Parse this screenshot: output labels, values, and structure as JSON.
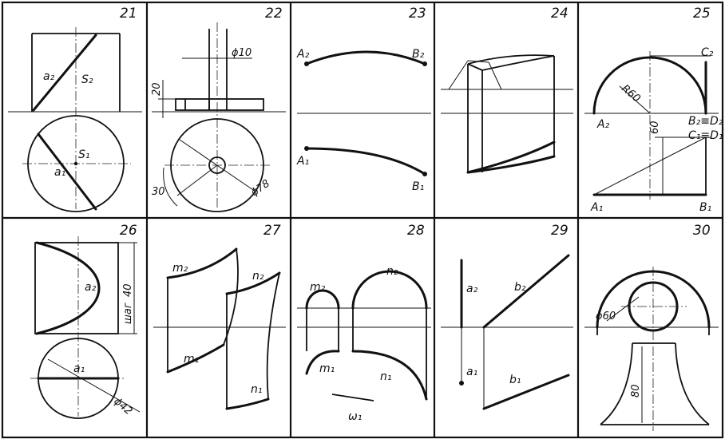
{
  "panels": [
    {
      "number": "21",
      "labels": {
        "s2": "S₂",
        "a2": "a₂",
        "s1": "S₁",
        "a1": "a₁"
      }
    },
    {
      "number": "22",
      "labels": {
        "d10": "ϕ10",
        "h20": "20",
        "ang30": "30",
        "d78": "ϕ78"
      }
    },
    {
      "number": "23",
      "labels": {
        "A2": "A₂",
        "B2": "B₂",
        "A1": "A₁",
        "B1": "B₁"
      }
    },
    {
      "number": "24",
      "labels": {}
    },
    {
      "number": "25",
      "labels": {
        "C2": "C₂",
        "R60": "R60",
        "B2D2": "B₂≡D₂",
        "A2": "A₂",
        "v60": "60",
        "C1D1": "C₁≡D₁",
        "A1": "A₁",
        "B1": "B₁"
      }
    },
    {
      "number": "26",
      "labels": {
        "a2": "a₂",
        "h40": "40",
        "step": "шаг",
        "a1": "a₁",
        "d42": "ϕ42"
      }
    },
    {
      "number": "27",
      "labels": {
        "m2": "m₂",
        "n2": "n₂",
        "m1": "m₁",
        "n1": "n₁"
      }
    },
    {
      "number": "28",
      "labels": {
        "n2": "n₂",
        "m2": "m₂",
        "m1": "m₁",
        "n1": "n₁",
        "w1": "ω₁"
      }
    },
    {
      "number": "29",
      "labels": {
        "a2": "a₂",
        "b2": "b₂",
        "a1": "a₁",
        "b1": "b₁"
      }
    },
    {
      "number": "30",
      "labels": {
        "d60": "ϕ60",
        "h80": "80"
      }
    }
  ]
}
